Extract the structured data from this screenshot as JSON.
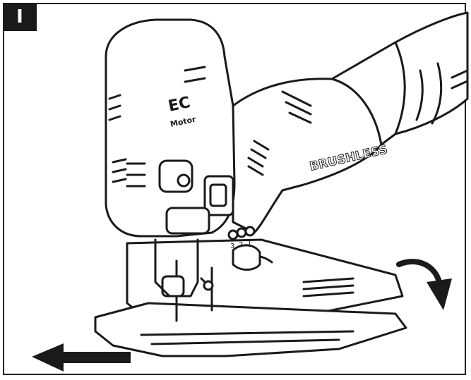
{
  "step": {
    "label": "I"
  },
  "tool": {
    "badge": "EC",
    "badge_sub": "Motor",
    "side_text": "BRUSHLESS",
    "dial_marks": [
      "3",
      "2",
      "1"
    ]
  },
  "icons": [
    "jigsaw-illustration",
    "arrow-left-icon",
    "curved-arrow-icon"
  ],
  "colors": {
    "line": "#1a1a1a",
    "background": "#ffffff"
  }
}
